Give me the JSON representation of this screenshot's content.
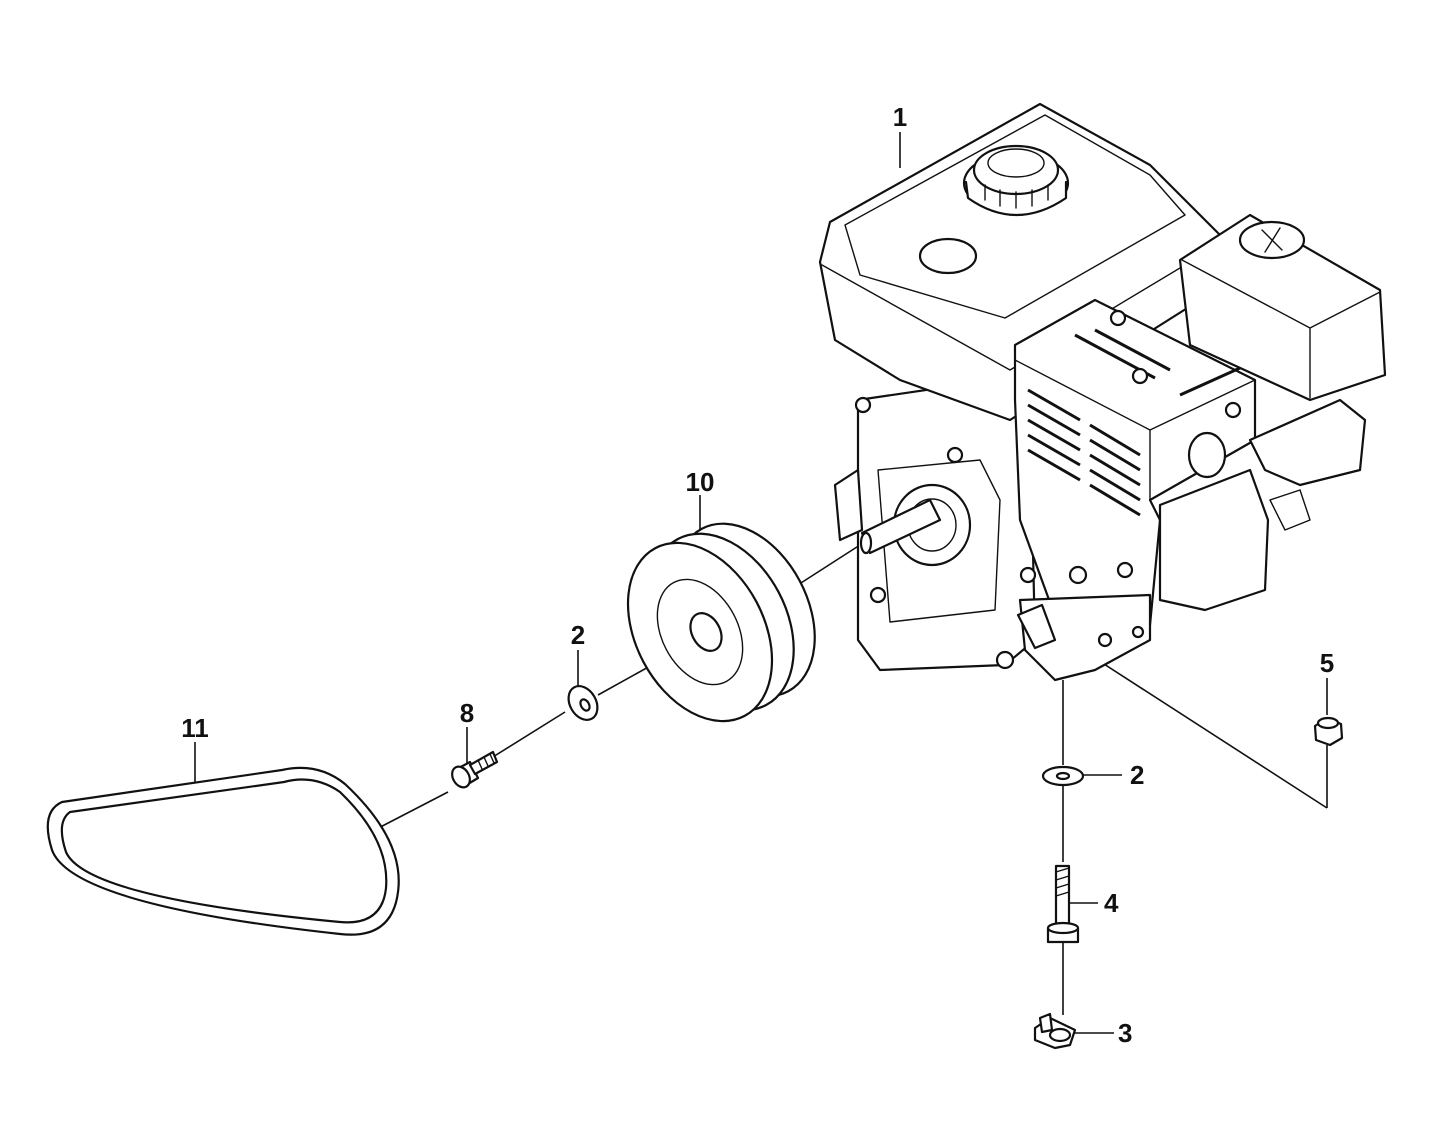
{
  "diagram": {
    "callouts": [
      {
        "id": "engine",
        "number": "1"
      },
      {
        "id": "washer-pulley",
        "number": "2"
      },
      {
        "id": "washer-mount",
        "number": "2"
      },
      {
        "id": "clip-nut",
        "number": "3"
      },
      {
        "id": "bolt-mount",
        "number": "4"
      },
      {
        "id": "nut",
        "number": "5"
      },
      {
        "id": "bolt-pulley",
        "number": "8"
      },
      {
        "id": "pulley",
        "number": "10"
      },
      {
        "id": "v-belt",
        "number": "11"
      }
    ]
  }
}
